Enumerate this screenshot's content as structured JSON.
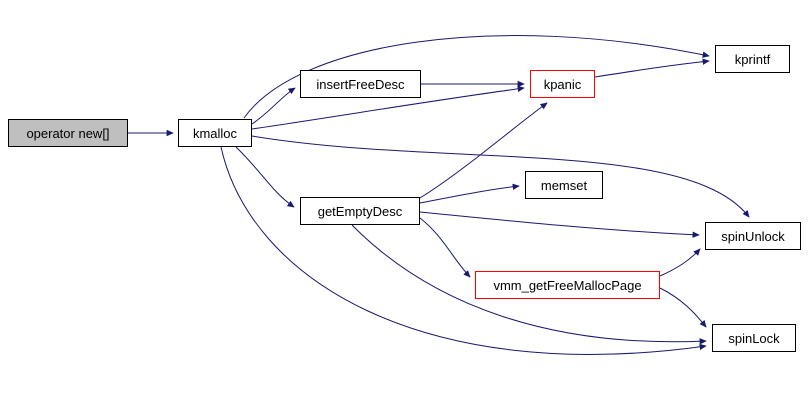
{
  "diagram": {
    "type": "call-graph",
    "background": "#ffffff",
    "edge_color": "#191970",
    "nodes": [
      {
        "id": "operator_new",
        "label": "operator new[]",
        "fill": "#bfbfbf",
        "border": "#000000",
        "text": "#000000"
      },
      {
        "id": "kmalloc",
        "label": "kmalloc",
        "fill": "#ffffff",
        "border": "#000000",
        "text": "#000000"
      },
      {
        "id": "insertFreeDesc",
        "label": "insertFreeDesc",
        "fill": "#ffffff",
        "border": "#000000",
        "text": "#000000"
      },
      {
        "id": "kpanic",
        "label": "kpanic",
        "fill": "#ffffff",
        "border": "#ff0000",
        "text": "#000000"
      },
      {
        "id": "kprintf",
        "label": "kprintf",
        "fill": "#ffffff",
        "border": "#000000",
        "text": "#000000"
      },
      {
        "id": "memset",
        "label": "memset",
        "fill": "#ffffff",
        "border": "#000000",
        "text": "#000000"
      },
      {
        "id": "getEmptyDesc",
        "label": "getEmptyDesc",
        "fill": "#ffffff",
        "border": "#000000",
        "text": "#000000"
      },
      {
        "id": "spinUnlock",
        "label": "spinUnlock",
        "fill": "#ffffff",
        "border": "#000000",
        "text": "#000000"
      },
      {
        "id": "vmm_getFreeMallocPage",
        "label": "vmm_getFreeMallocPage",
        "fill": "#ffffff",
        "border": "#ff0000",
        "text": "#000000"
      },
      {
        "id": "spinLock",
        "label": "spinLock",
        "fill": "#ffffff",
        "border": "#000000",
        "text": "#000000"
      }
    ],
    "edges": [
      {
        "from": "operator_new",
        "to": "kmalloc"
      },
      {
        "from": "kmalloc",
        "to": "insertFreeDesc"
      },
      {
        "from": "kmalloc",
        "to": "kpanic"
      },
      {
        "from": "kmalloc",
        "to": "kprintf"
      },
      {
        "from": "kmalloc",
        "to": "getEmptyDesc"
      },
      {
        "from": "kmalloc",
        "to": "spinUnlock"
      },
      {
        "from": "kmalloc",
        "to": "spinLock"
      },
      {
        "from": "insertFreeDesc",
        "to": "kpanic"
      },
      {
        "from": "kpanic",
        "to": "kprintf"
      },
      {
        "from": "getEmptyDesc",
        "to": "kpanic"
      },
      {
        "from": "getEmptyDesc",
        "to": "memset"
      },
      {
        "from": "getEmptyDesc",
        "to": "spinUnlock"
      },
      {
        "from": "getEmptyDesc",
        "to": "vmm_getFreeMallocPage"
      },
      {
        "from": "getEmptyDesc",
        "to": "spinLock"
      },
      {
        "from": "vmm_getFreeMallocPage",
        "to": "spinUnlock"
      },
      {
        "from": "vmm_getFreeMallocPage",
        "to": "spinLock"
      }
    ]
  }
}
